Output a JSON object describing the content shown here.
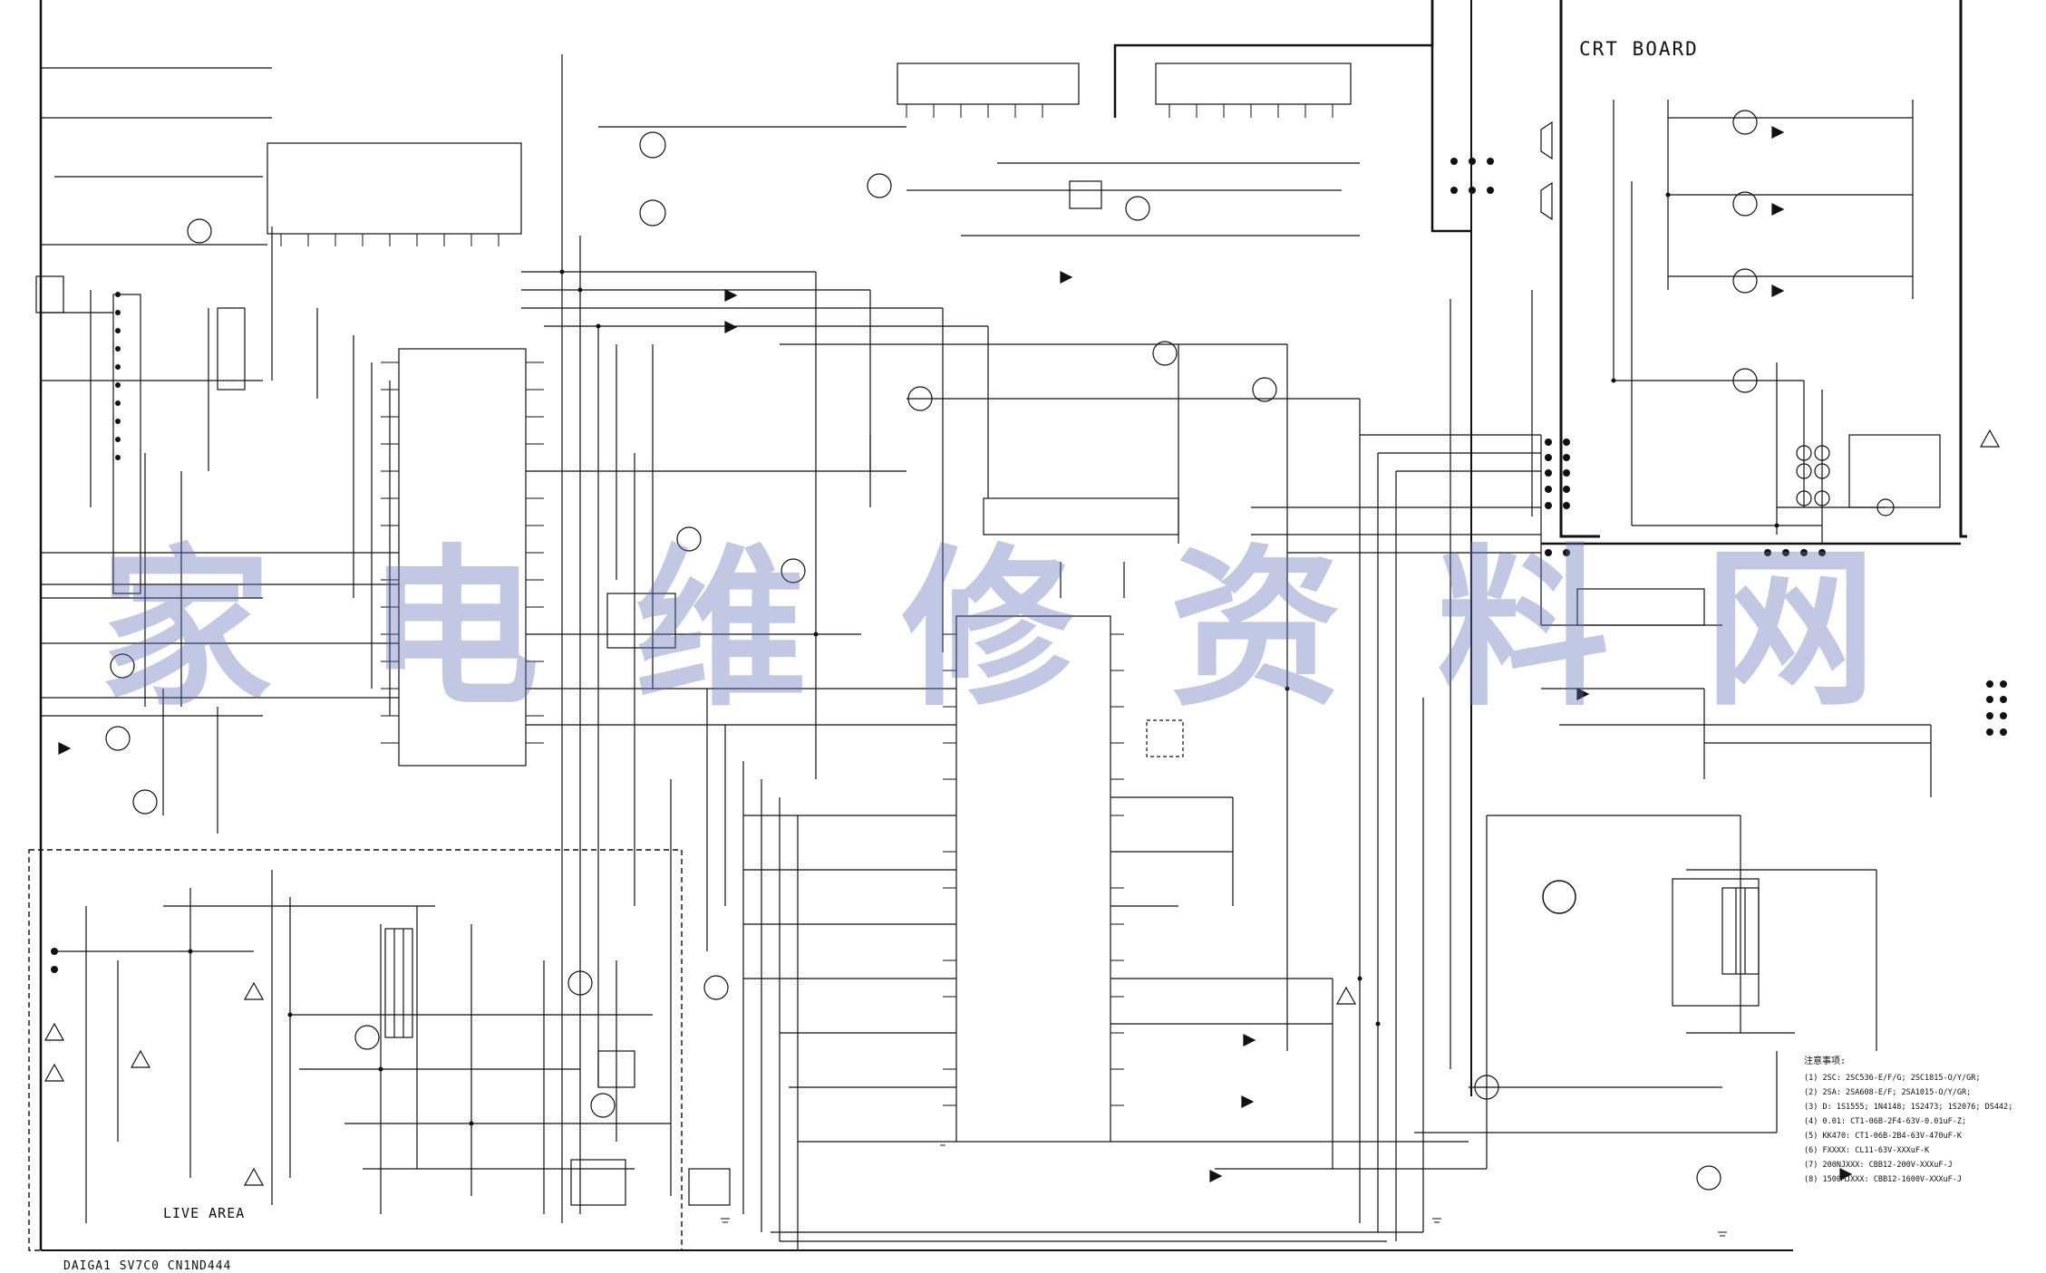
{
  "labels": {
    "crt_board": "CRT BOARD",
    "live_area": "LIVE AREA",
    "bottom_id": "DAIGA1 SV7C0 CN1ND444"
  },
  "notes": {
    "heading": "注意事项:",
    "items": [
      "(1) 2SC: 2SC536-E/F/G; 2SC1815-O/Y/GR;",
      "(2) 2SA: 2SA608-E/F; 2SA1015-O/Y/GR;",
      "(3) D: 1S1555; 1N4148; 1S2473; 1S2076; DS442;",
      "(4) 0.01: CT1-06B-2F4-63V-0.01uF-Z;",
      "(5) KK470: CT1-06B-2B4-63V-470uF-K",
      "(6) FXXXX: CL11-63V-XXXuF-K",
      "(7) 200NJXXX: CBB12-200V-XXXuF-J",
      "(8) 1500MJXXX: CBB12-1600V-XXXuF-J"
    ]
  },
  "watermark": "家电维修资料网",
  "colors": {
    "ink": "#111111",
    "watermark": "#5f6eb9",
    "background": "#ffffff"
  }
}
